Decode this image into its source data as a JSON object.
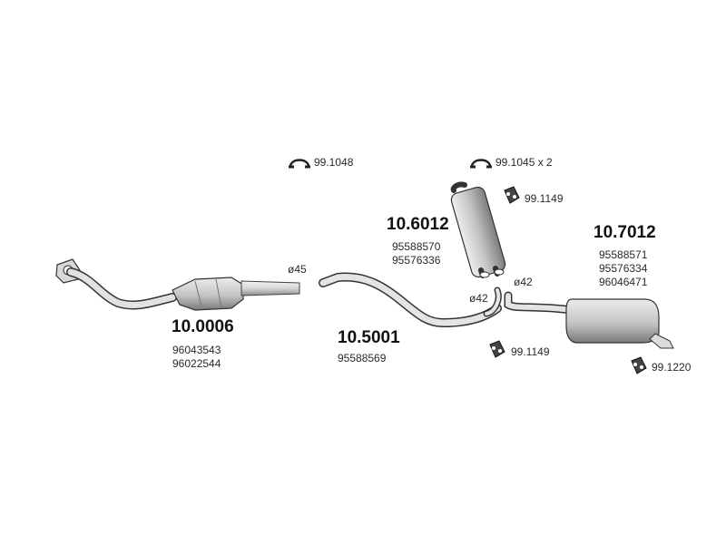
{
  "parts": {
    "catalyst": {
      "number": "10.0006",
      "oem": [
        "96043543",
        "96022544"
      ],
      "diameter": "ø45"
    },
    "front_pipe": {
      "number": "10.5001",
      "oem": [
        "95588569"
      ],
      "diameter": "ø42"
    },
    "center_box": {
      "number": "10.6012",
      "oem": [
        "95588570",
        "95576336"
      ]
    },
    "rear_box": {
      "number": "10.7012",
      "oem": [
        "95588571",
        "95576334",
        "96046471"
      ],
      "diameter": "ø42"
    }
  },
  "hardware": {
    "clamp_1": "99.1048",
    "clamp_2": "99.1045 x 2",
    "rubber_1": "99.1149",
    "rubber_2": "99.1149",
    "rubber_3": "99.1220"
  },
  "icons": {
    "clamp": "clamp-icon",
    "rubber_mount": "rubber-mount-icon"
  }
}
